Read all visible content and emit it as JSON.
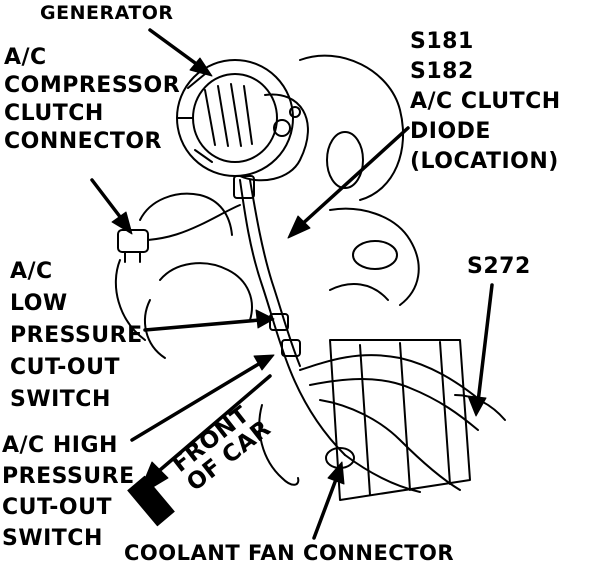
{
  "labels": {
    "generator": "GENERATOR",
    "ac_compressor_clutch_connector": [
      "A/C",
      "COMPRESSOR",
      "CLUTCH",
      "CONNECTOR"
    ],
    "ac_clutch_diode": [
      "S181",
      "S182",
      "A/C CLUTCH",
      "DIODE",
      "(LOCATION)"
    ],
    "s272": "S272",
    "ac_low_pressure_cutout_switch": [
      "A/C",
      "LOW",
      "PRESSURE",
      "CUT-OUT",
      "SWITCH"
    ],
    "ac_high_pressure_cutout_switch": [
      "A/C HIGH",
      "PRESSURE",
      "CUT-OUT",
      "SWITCH"
    ],
    "front_of_car": [
      "FRONT",
      "OF CAR"
    ],
    "coolant_fan_connector": "COOLANT FAN CONNECTOR"
  },
  "colors": {
    "ink": "#000000",
    "paper": "#ffffff"
  }
}
